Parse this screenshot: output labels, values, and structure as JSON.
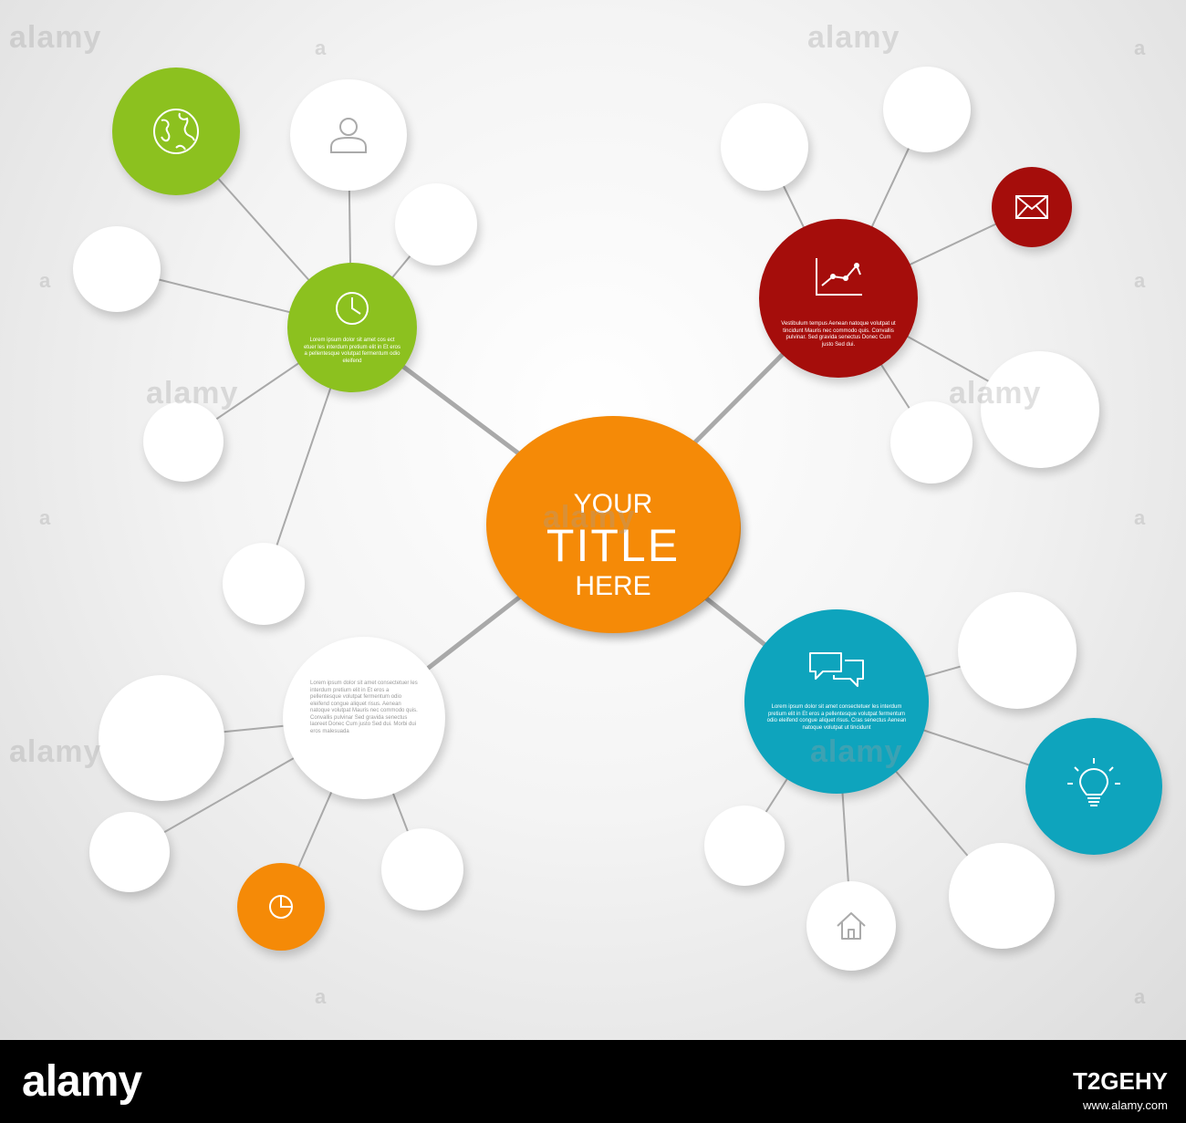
{
  "center": {
    "line1": "YOUR",
    "line2": "TITLE",
    "line3": "HERE"
  },
  "node_texts": {
    "green": "Lorem ipsum dolor sit amet cos ect etuer les interdum pretium elit in Et eros a pellentesque volutpat fermentum odio eleifend",
    "red": "Vestibulum tempus Aenean natoque volutpat ut tincidunt Mauris nec commodo quis. Convallis pulvinar. Sed gravida senectus Donec Cum justo Sed dui.",
    "white": "Lorem ipsum dolor sit amet consectetuer les interdum pretium elit in Et eros a pellentesque volutpat fermentum odio eleifend congue aliquet risus. Aenean natoque volutpat Mauris nec commodo quis. Convallis pulvinar Sed gravida senectus laoreet Donec Cum justo Sed dui. Morbi dui eros malesuada",
    "blue": "Lorem ipsum dolor sit amet consectetuer les interdum pretium elit in Et eros a pellentesque volutpat fermentum odio eleifend congue aliquet risus. Cras senectus Aenean natoque volutpat ut tincidunt"
  },
  "colors": {
    "orange": "#f58a07",
    "green": "#8cc11f",
    "red": "#a50d0b",
    "blue": "#0ea4bd",
    "white": "#ffffff",
    "connector": "#a9a9a9"
  },
  "icons": [
    "globe-icon",
    "user-icon",
    "clock-icon",
    "chart-icon",
    "mail-icon",
    "chat-icon",
    "lightbulb-icon",
    "home-icon",
    "pie-chart-icon"
  ],
  "watermark": "alamy",
  "footer": {
    "logo": "alamy",
    "image_id": "T2GEHY",
    "url": "www.alamy.com"
  }
}
